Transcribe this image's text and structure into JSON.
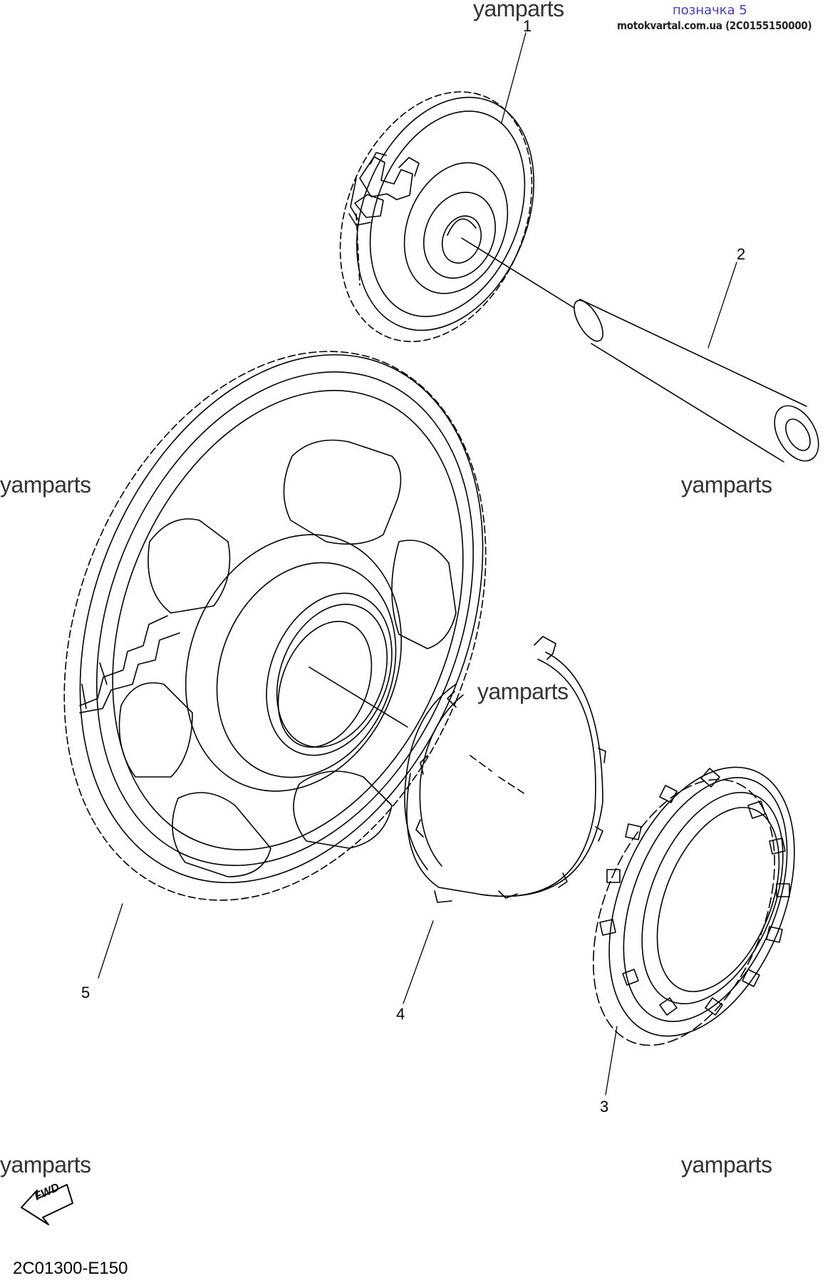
{
  "header": {
    "watermark_top": "yamparts",
    "mark_label": "позначка 5",
    "site_label": "motokvartal.com.ua (2C0155150000)"
  },
  "watermarks": {
    "left_mid": "yamparts",
    "right_mid": "yamparts",
    "center": "yamparts",
    "left_bottom": "yamparts",
    "right_bottom": "yamparts"
  },
  "callouts": {
    "p1": "1",
    "p2": "2",
    "p3": "3",
    "p4": "4",
    "p5": "5"
  },
  "fwd_badge": "FWD",
  "diagram_code": "2C01300-E150"
}
